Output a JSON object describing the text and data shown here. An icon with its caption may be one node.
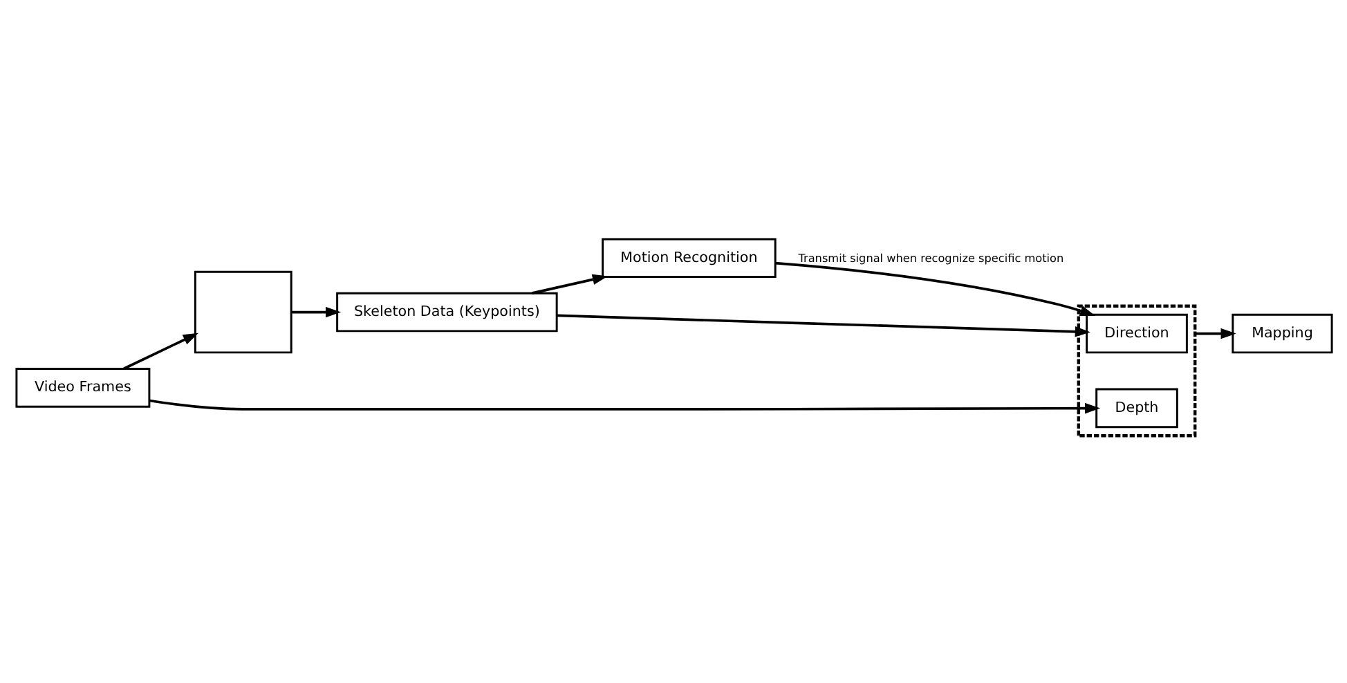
{
  "diagram": {
    "nodes": [
      {
        "text": [
          "Video Frames"
        ]
      },
      {
        "text": [],
        "shape": "box"
      },
      {
        "text": [
          "Skeleton Data (Keypoints)"
        ]
      },
      {
        "text": [
          "Motion Recognition"
        ]
      },
      {
        "text": [],
        "shape": "box"
      },
      {
        "text": [
          "Direction"
        ],
        "in": 4
      },
      {
        "text": [
          "Depth"
        ],
        "in": 4
      },
      {
        "text": [
          "Mapping"
        ]
      }
    ],
    "edges": [
      {
        "from": 0,
        "to": 1,
        "arrow": "to"
      },
      {
        "from": 1,
        "to": 2,
        "arrow": "to"
      },
      {
        "from": 2,
        "to": 3,
        "arrow": "to"
      },
      {
        "from": 2,
        "to": 5,
        "arrow": "to"
      },
      {
        "from": 3,
        "to": 5,
        "arrow": "to",
        "label": "Transmit signal when recognize specific motion"
      },
      {
        "from": 0,
        "to": 6,
        "arrow": "to"
      },
      {
        "from": 4,
        "to": 7,
        "arrow": "to"
      }
    ]
  }
}
